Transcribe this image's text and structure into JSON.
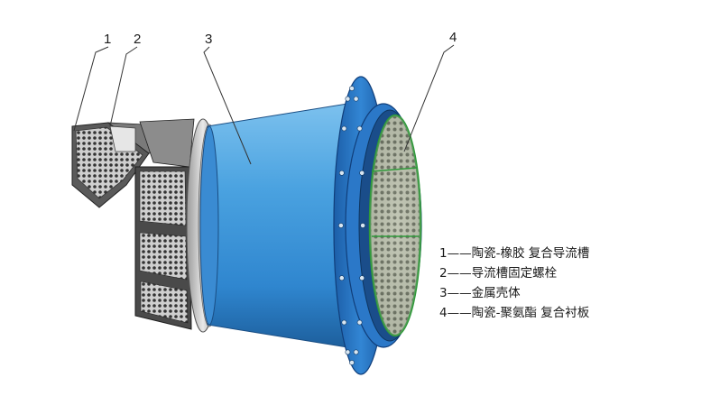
{
  "callouts": [
    "1",
    "2",
    "3",
    "4"
  ],
  "legend": [
    "1——陶瓷-橡胶 复合导流槽",
    "2——导流槽固定螺栓",
    "3——金属壳体",
    "4——陶瓷-聚氨酯 复合衬板"
  ],
  "colors": {
    "shell": "#3f95d6",
    "shell_dark": "#1f5f9a",
    "flange": "#2a72c2",
    "liner": "#9a9f8c",
    "liner_edge": "#2f9a3a",
    "rubber": "#6a6a6a"
  }
}
